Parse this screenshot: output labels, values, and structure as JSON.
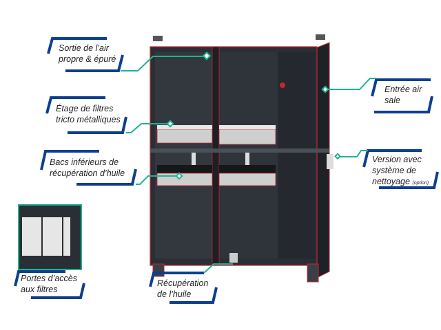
{
  "labels": {
    "air_outlet": [
      "Sortie de l’air",
      "propre & épuré"
    ],
    "filter_stage": [
      "Étage de filtres",
      "tricto métalliques"
    ],
    "oil_trays": [
      "Bacs inférieurs de",
      "récupération d’huile"
    ],
    "air_inlet": [
      "Entrée air",
      "sale"
    ],
    "cleaning_version": [
      "Version avec",
      "système de",
      "nettoyage",
      "(option)"
    ],
    "access_doors": [
      "Portes d’accès",
      "aux filtres"
    ],
    "oil_recovery": [
      "Récupération",
      "de l’huile"
    ]
  },
  "colors": {
    "bracket": "#0d3f8f",
    "leader": "#1fb394",
    "cabinet": "#2a2e35",
    "edge": "#c0282d"
  }
}
